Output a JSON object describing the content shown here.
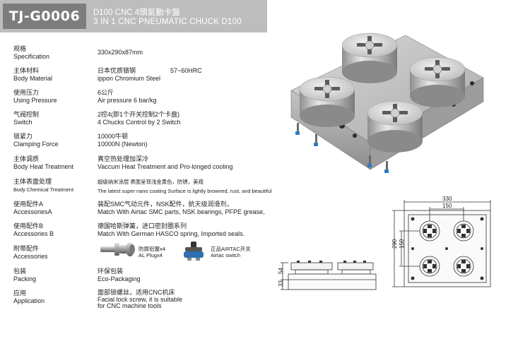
{
  "header": {
    "code": "TJ-G0006",
    "title_cn": "D100 CNC 4頭氣動卡盤",
    "title_en": "3 IN 1 CNC PNEUMATIC CHUCK D100"
  },
  "specs": [
    {
      "label_cn": "规格",
      "label_en": "Specification",
      "value": "330x290x87mm"
    },
    {
      "label_cn": "主体材料",
      "label_en": "Body Material",
      "value_cn": "日本优质铬钢",
      "value": "ippon Chromium Steel",
      "extra": "57~60HRC"
    },
    {
      "label_cn": "使用压力",
      "label_en": "Using Pressure",
      "value_cn": "6公斤",
      "value": "Air pressure 6 bar/kg"
    },
    {
      "label_cn": "气阀控制",
      "label_en": "Switch",
      "value_cn": "2控4(即1个开关控制2个卡盘)",
      "value": "4 Chucks Control by 2 Switch"
    },
    {
      "label_cn": "锁紧力",
      "label_en": "Clamping Force",
      "value_cn": "10000牛顿",
      "value": "10000N (Newton)"
    },
    {
      "label_cn": "主体调质",
      "label_en": "Body Heat Treatment",
      "value_cn": "真空热处理加深冷",
      "value": "Vaccum Heat Treatment and Pro-longed cooling"
    },
    {
      "label_cn": "主体表面处理",
      "label_en": "Body Chemical Treatment",
      "value_cn": "超级纳米涂层 表面呈现浅金黄色，防锈，美观",
      "value": "The latest super nano coating Surface is lightly browned, rust, and beautiful"
    },
    {
      "label_cn": "使用配件A",
      "label_en": "AccessoriesA",
      "value_cn": "装配SMC气动元件，NSK配件，航天级润滑剂，",
      "value": "Match With Airtac SMC parts, NSK bearings, PFPE grease,"
    },
    {
      "label_cn": "使用配件B",
      "label_en": "Accessories B",
      "value_cn": "德国哈斯弹簧，进口密封圈系列",
      "value": "Match With German HASCO spring, Imported seals."
    },
    {
      "label_cn": "附带配件",
      "label_en": "Accessories"
    },
    {
      "label_cn": "包装",
      "label_en": "Packing",
      "value_cn": "环保包装",
      "value": "Eco-Packaging"
    },
    {
      "label_cn": "应用",
      "label_en": "Application",
      "value_cn": "面部锁螺丝，适用CNC机床",
      "value": "Facial lock screw, it is suitable",
      "value_l3": "for CNC machine tools"
    }
  ],
  "accessories": {
    "plug_cn": "防屑铝塞x4",
    "plug_en": "AL Plugx4",
    "switch_cn": "正品AIRTAC开关",
    "switch_en": "Airtac switch"
  },
  "drawing": {
    "dim_330": "330",
    "dim_150_h": "150",
    "dim_290": "290",
    "dim_150_v": "150",
    "dim_54": "54",
    "dim_33": "33"
  }
}
